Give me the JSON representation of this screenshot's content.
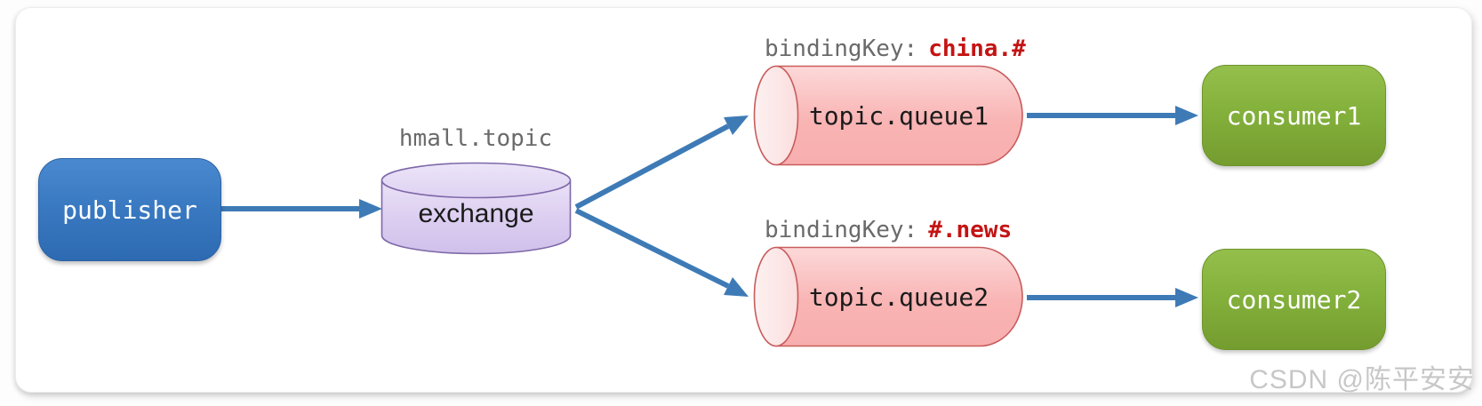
{
  "diagram": {
    "publisher": {
      "label": "publisher"
    },
    "exchange": {
      "name": "hmall.topic",
      "label": "exchange"
    },
    "queues": [
      {
        "label": "topic.queue1",
        "binding_prefix": "bindingKey:",
        "binding_key": "china.#"
      },
      {
        "label": "topic.queue2",
        "binding_prefix": "bindingKey:",
        "binding_key": "#.news"
      }
    ],
    "consumers": [
      {
        "label": "consumer1"
      },
      {
        "label": "consumer2"
      }
    ],
    "watermark": "CSDN @陈平安安",
    "colors": {
      "arrow": "#3e7bb6",
      "publisher_fill": "#3a7ac2",
      "exchange_fill": "#ddd1f1",
      "exchange_stroke": "#7e68a8",
      "queue_fill": "#f9b4b4",
      "queue_stroke": "#c95c5c",
      "consumer_fill": "#84b13c",
      "binding_key_red": "#c41414",
      "label_gray": "#6a6a6a"
    }
  }
}
